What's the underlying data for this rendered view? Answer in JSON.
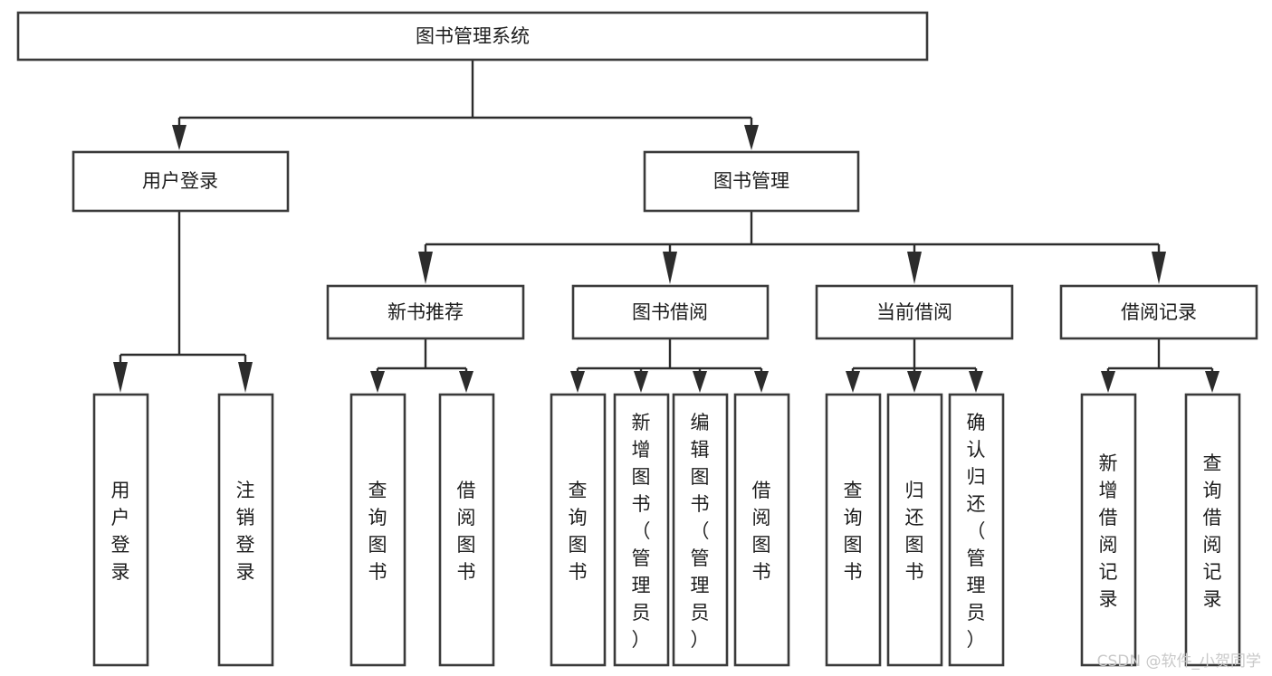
{
  "diagram": {
    "title": "图书管理系统",
    "type": "hierarchy-tree",
    "orientation": "top-down",
    "colors": {
      "box_stroke": "#3a3a3a",
      "box_fill": "#ffffff",
      "edge": "#2c2c2c",
      "text": "#1d1d1d",
      "watermark": "#c9c9c9",
      "background": "#ffffff"
    },
    "root": {
      "label": "图书管理系统",
      "level": 1,
      "text_orientation": "horizontal"
    },
    "level2": [
      {
        "label": "用户登录",
        "text_orientation": "horizontal"
      },
      {
        "label": "图书管理",
        "text_orientation": "horizontal"
      }
    ],
    "level3": [
      {
        "label": "新书推荐",
        "text_orientation": "horizontal",
        "parent": "图书管理"
      },
      {
        "label": "图书借阅",
        "text_orientation": "horizontal",
        "parent": "图书管理"
      },
      {
        "label": "当前借阅",
        "text_orientation": "horizontal",
        "parent": "图书管理"
      },
      {
        "label": "借阅记录",
        "text_orientation": "horizontal",
        "parent": "图书管理"
      }
    ],
    "leaves": {
      "用户登录": [
        {
          "label": "用户登录",
          "text_orientation": "vertical"
        },
        {
          "label": "注销登录",
          "text_orientation": "vertical"
        }
      ],
      "新书推荐": [
        {
          "label": "查询图书",
          "text_orientation": "vertical"
        },
        {
          "label": "借阅图书",
          "text_orientation": "vertical"
        }
      ],
      "图书借阅": [
        {
          "label": "查询图书",
          "text_orientation": "vertical"
        },
        {
          "label": "新增图书（管理员）",
          "text_orientation": "vertical"
        },
        {
          "label": "编辑图书（管理员）",
          "text_orientation": "vertical"
        },
        {
          "label": "借阅图书",
          "text_orientation": "vertical"
        }
      ],
      "当前借阅": [
        {
          "label": "查询图书",
          "text_orientation": "vertical"
        },
        {
          "label": "归还图书",
          "text_orientation": "vertical"
        },
        {
          "label": "确认归还（管理员）",
          "text_orientation": "vertical"
        }
      ],
      "借阅记录": [
        {
          "label": "新增借阅记录",
          "text_orientation": "vertical"
        },
        {
          "label": "查询借阅记录",
          "text_orientation": "vertical"
        }
      ]
    }
  },
  "watermark": {
    "text": "CSDN @软件_小贺同学"
  },
  "labels": {
    "root": "图书管理系统",
    "l2_0": "用户登录",
    "l2_1": "图书管理",
    "l3_0": "新书推荐",
    "l3_1": "图书借阅",
    "l3_2": "当前借阅",
    "l3_3": "借阅记录",
    "leaf_a0": "用户登录",
    "leaf_a1": "注销登录",
    "leaf_b0": "查询图书",
    "leaf_b1": "借阅图书",
    "leaf_c0": "查询图书",
    "leaf_c1": "新增图书（管理员）",
    "leaf_c2": "编辑图书（管理员）",
    "leaf_c3": "借阅图书",
    "leaf_d0": "查询图书",
    "leaf_d1": "归还图书",
    "leaf_d2": "确认归还（管理员）",
    "leaf_e0": "新增借阅记录",
    "leaf_e1": "查询借阅记录"
  }
}
